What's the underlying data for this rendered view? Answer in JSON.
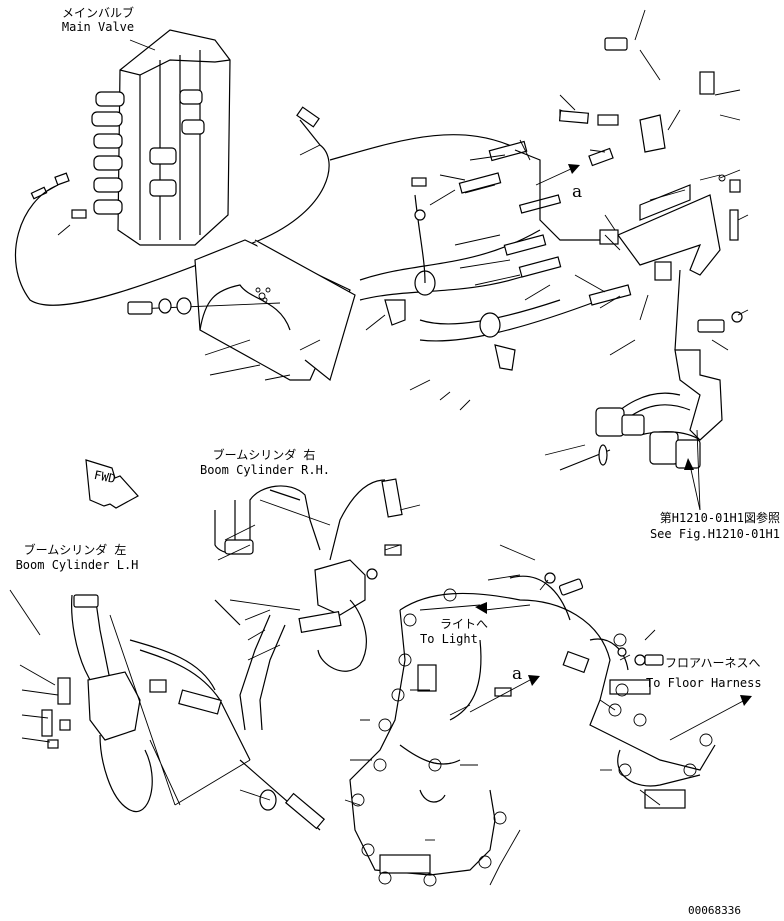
{
  "labels": {
    "main_valve_jp": "メインバルブ",
    "main_valve_en": "Main Valve",
    "boom_rh_jp": "ブームシリンダ 右",
    "boom_rh_en": "Boom Cylinder R.H.",
    "boom_lh_jp": "ブームシリンダ 左",
    "boom_lh_en": "Boom Cylinder L.H",
    "see_fig_jp": "第H1210-01H1図参照",
    "see_fig_en": "See Fig.H1210-01H1",
    "to_light_jp": "ライトへ",
    "to_light_en": "To Light",
    "to_floor_jp": "フロアハーネスへ",
    "to_floor_en": "To Floor Harness",
    "fwd": "FWD",
    "callout_a": "a",
    "drawing_number": "00068336"
  }
}
